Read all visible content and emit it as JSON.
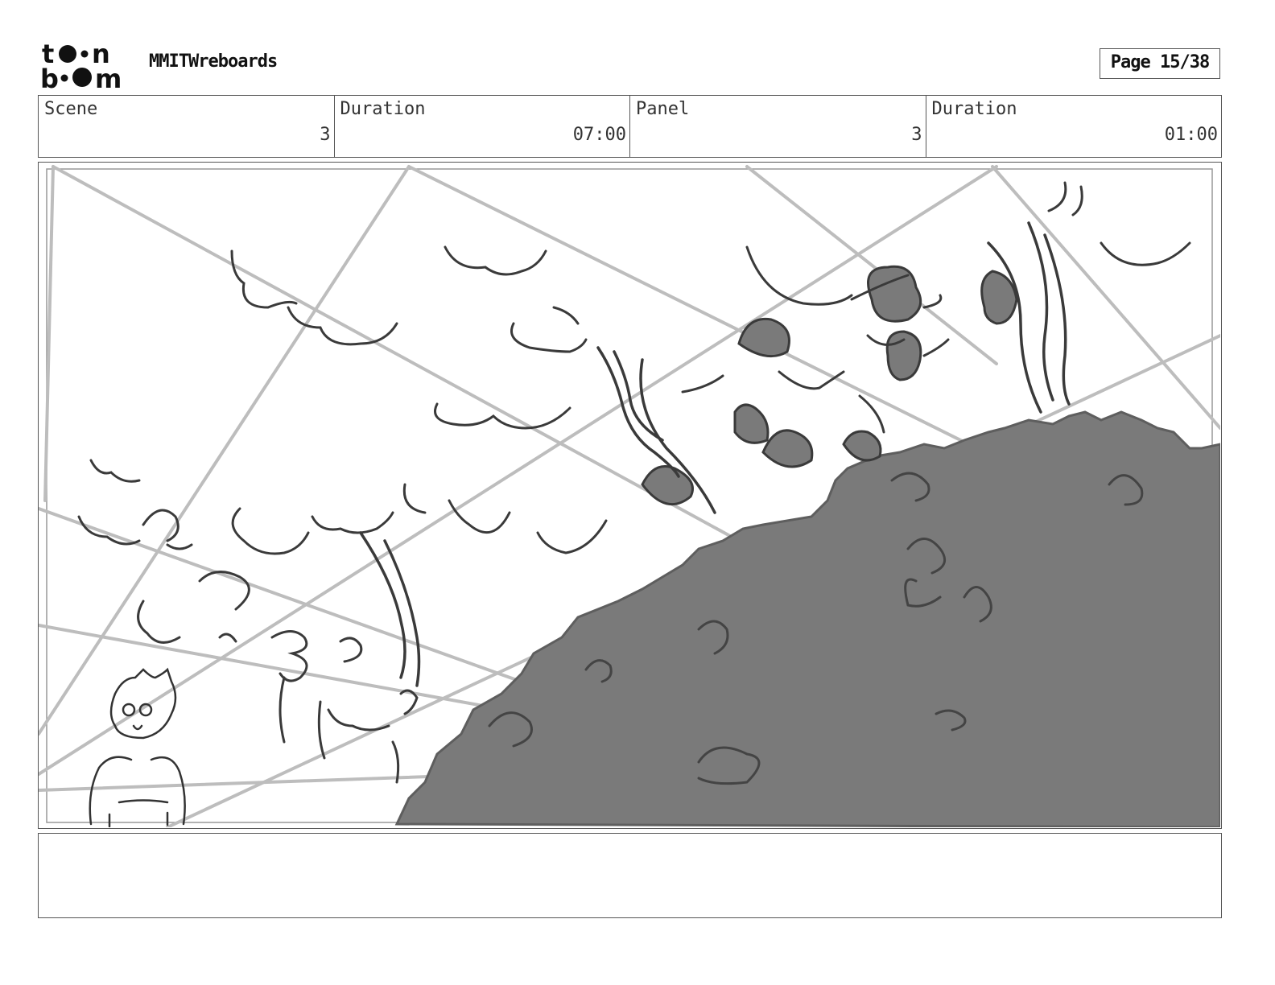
{
  "header": {
    "logo_text": "toon boom",
    "project_title": "MMITWreboards",
    "page_indicator": "Page 15/38"
  },
  "info": {
    "scene_label": "Scene",
    "scene_value": "3",
    "scene_duration_label": "Duration",
    "scene_duration_value": "07:00",
    "panel_label": "Panel",
    "panel_value": "3",
    "panel_duration_label": "Duration",
    "panel_duration_value": "01:00"
  },
  "panel": {
    "drawing_colors": {
      "guide_lines": "#bdbdbd",
      "foliage_fill": "#7a7a7a",
      "sketch_lines": "#3a3a3a"
    }
  },
  "notes": {
    "text": ""
  }
}
